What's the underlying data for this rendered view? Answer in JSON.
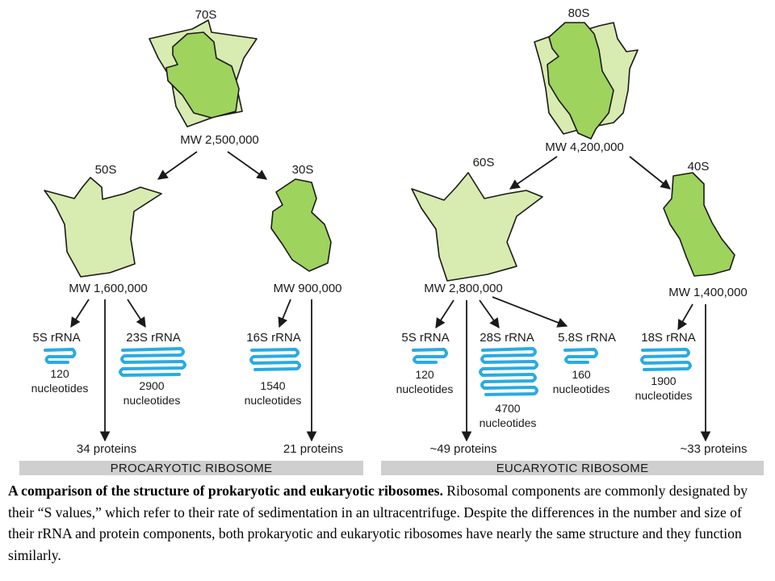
{
  "prokaryote": {
    "whole": {
      "name": "70S",
      "mw": "MW 2,500,000"
    },
    "large": {
      "name": "50S",
      "mw": "MW 1,600,000"
    },
    "small": {
      "name": "30S",
      "mw": "MW 900,000"
    },
    "rrnas": [
      {
        "name": "5S rRNA",
        "nucleotides": "120",
        "unit": "nucleotides"
      },
      {
        "name": "23S rRNA",
        "nucleotides": "2900",
        "unit": "nucleotides"
      },
      {
        "name": "16S rRNA",
        "nucleotides": "1540",
        "unit": "nucleotides"
      }
    ],
    "large_proteins": "34 proteins",
    "small_proteins": "21 proteins",
    "banner": "PROCARYOTIC RIBOSOME"
  },
  "eukaryote": {
    "whole": {
      "name": "80S",
      "mw": "MW 4,200,000"
    },
    "large": {
      "name": "60S",
      "mw": "MW 2,800,000"
    },
    "small": {
      "name": "40S",
      "mw": "MW 1,400,000"
    },
    "rrnas": [
      {
        "name": "5S rRNA",
        "nucleotides": "120",
        "unit": "nucleotides"
      },
      {
        "name": "28S rRNA",
        "nucleotides": "4700",
        "unit": "nucleotides"
      },
      {
        "name": "5.8S rRNA",
        "nucleotides": "160",
        "unit": "nucleotides"
      },
      {
        "name": "18S rRNA",
        "nucleotides": "1900",
        "unit": "nucleotides"
      }
    ],
    "large_proteins": "~49 proteins",
    "small_proteins": "~33 proteins",
    "banner": "EUCARYOTIC RIBOSOME"
  },
  "colors": {
    "large_subunit": "#d8ebb0",
    "small_subunit": "#9ed35e",
    "rrna": "#29abe2",
    "banner": "#cfcfcf"
  },
  "caption": {
    "bold": "A comparison of the structure of prokaryotic and eukaryotic ribosomes.",
    "text": " Ribosomal components are commonly designated by their “S values,” which refer to their rate of sedimentation in an ultracentrifuge. Despite the differences in the number and size of their rRNA and protein components, both prokaryotic and eukaryotic ribosomes have nearly the same structure and they function similarly."
  }
}
